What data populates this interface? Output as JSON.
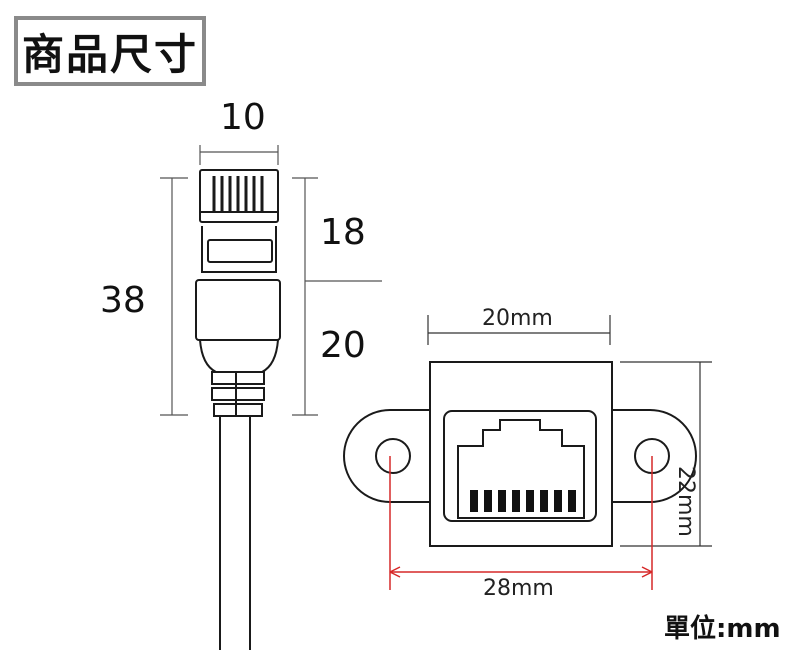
{
  "title": "商品尺寸",
  "plug": {
    "width": "10",
    "length_total": "38",
    "length_head": "18",
    "length_boot": "20"
  },
  "jack": {
    "width": "20mm",
    "height": "22mm",
    "hole_spacing": "28mm"
  },
  "unit_label": "單位:mm",
  "colors": {
    "line": "#1a1a1a",
    "accent": "#d62828",
    "title_border": "#8a8a8a"
  }
}
